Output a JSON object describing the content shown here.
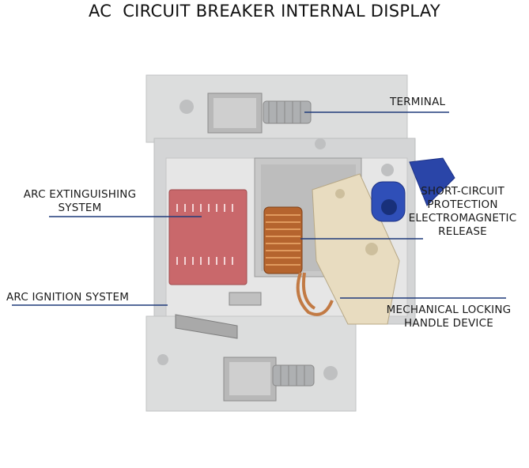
{
  "title": "AC  CIRCUIT BREAKER INTERNAL DISPLAY",
  "labels": {
    "terminal": "TERMINAL",
    "arc_extinguishing": [
      "ARC EXTINGUISHING",
      "SYSTEM"
    ],
    "short_circuit": [
      "SHORT-CIRCUIT",
      "PROTECTION",
      "ELECTROMAGNETIC",
      "RELEASE"
    ],
    "arc_ignition": "ARC IGNITION SYSTEM",
    "mechanical_locking": [
      "MECHANICAL LOCKING",
      "HANDLE DEVICE"
    ]
  },
  "colors": {
    "leader_line": "#1f3a7a",
    "housing": "#d9dadb",
    "arc_chute": "#c9686b",
    "coil": "#b5642e",
    "handle": "#2f4fb8",
    "mechanism": "#e8dcc0",
    "metal": "#b8b8b8"
  }
}
